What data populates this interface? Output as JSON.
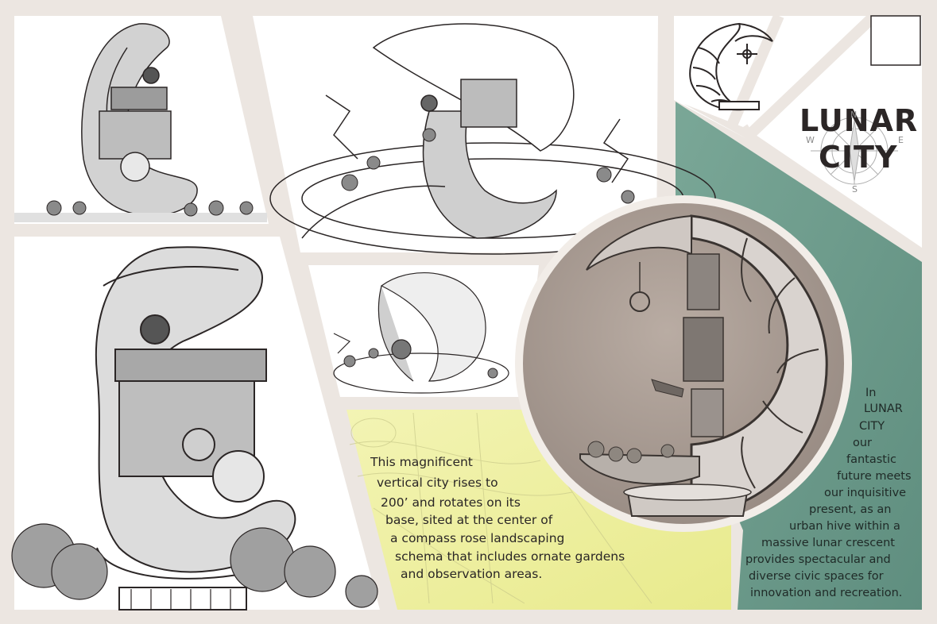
{
  "title": {
    "line1": "LUNAR",
    "line2": "CITY"
  },
  "compass": {
    "north": "N",
    "south": "S",
    "east": "E",
    "west": "W"
  },
  "caption_left": {
    "lines": [
      "This magnificent",
      "vertical city rises to",
      "200’ and rotates on its",
      "base, sited at the center of",
      "a compass rose landscaping",
      "schema that includes ornate gardens",
      "and observation areas."
    ]
  },
  "caption_right": {
    "lines": [
      "In",
      "LUNAR",
      "CITY",
      "our",
      "fantastic",
      "future meets",
      "our inquisitive",
      "present, as an",
      "urban hive within a",
      "massive lunar crescent",
      "provides spectacular and",
      "diverse civic spaces for",
      "innovation and recreation."
    ]
  },
  "colors": {
    "background": "#ece6e1",
    "teal_panel": "#6f9d8d",
    "yellow_panel": "#eef0a0",
    "medallion": "#a89b92",
    "ink": "#2b2626"
  }
}
